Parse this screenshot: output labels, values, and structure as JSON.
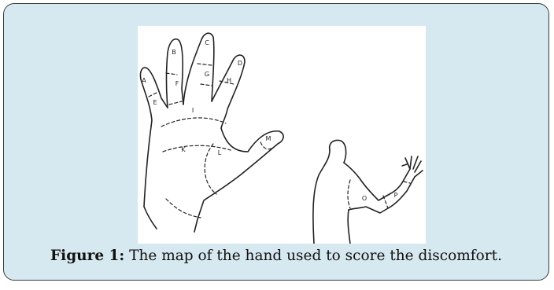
{
  "figure": {
    "caption_label": "Figure 1:",
    "caption_text": " The map of the hand used to score the discomfort."
  },
  "hand_map": {
    "zones": {
      "A": "A",
      "B": "B",
      "C": "C",
      "D": "D",
      "E": "E",
      "F": "F",
      "G": "G",
      "H": "H",
      "I": "I",
      "K": "K",
      "L": "L",
      "M": "M",
      "O": "O",
      "P": "P"
    }
  },
  "colors": {
    "box_background": "#d7e9f0",
    "box_border": "#3a3a3a",
    "line_ink": "#222222"
  }
}
